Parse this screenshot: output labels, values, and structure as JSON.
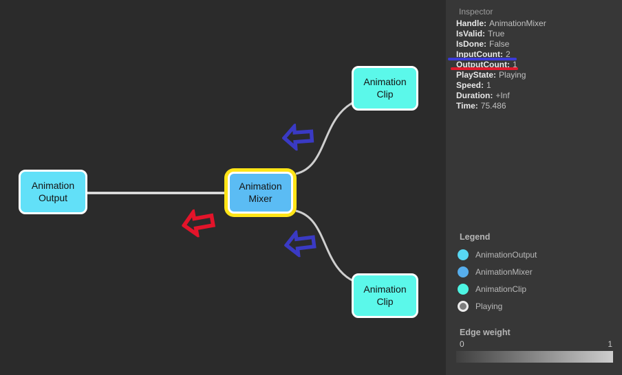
{
  "graph": {
    "nodes": [
      {
        "id": "animation-output",
        "label": "Animation Output",
        "color": "#62e0f8",
        "selected": false
      },
      {
        "id": "animation-mixer",
        "label": "Animation Mixer",
        "color": "#5bbcf4",
        "selected": true
      },
      {
        "id": "animation-clip-top",
        "label": "Animation Clip",
        "color": "#5bf8ea",
        "selected": false
      },
      {
        "id": "animation-clip-bottom",
        "label": "Animation Clip",
        "color": "#5bf8ea",
        "selected": false
      }
    ],
    "selection_color": "#ffe417",
    "edge_color": "#d6d6d6",
    "annotation_arrows": [
      {
        "direction": "left",
        "color": "#3a3ac4"
      },
      {
        "direction": "left",
        "color": "#e3142a"
      },
      {
        "direction": "left",
        "color": "#3a3ac4"
      }
    ]
  },
  "inspector": {
    "title": "Inspector",
    "rows": [
      {
        "label": "Handle:",
        "value": "AnimationMixer"
      },
      {
        "label": "IsValid:",
        "value": "True"
      },
      {
        "label": "IsDone:",
        "value": "False"
      },
      {
        "label": "InputCount:",
        "value": "2"
      },
      {
        "label": "OutputCount:",
        "value": "1"
      },
      {
        "label": "PlayState:",
        "value": "Playing"
      },
      {
        "label": "Speed:",
        "value": "1"
      },
      {
        "label": "Duration:",
        "value": "+Inf"
      },
      {
        "label": "Time:",
        "value": "75.486"
      }
    ],
    "annotations": {
      "input_count_underline": "#3b3bd8",
      "output_count_underline": "#e01b2c"
    }
  },
  "legend": {
    "title": "Legend",
    "items": [
      {
        "label": "AnimationOutput",
        "color": "#58d7f2",
        "ring": false
      },
      {
        "label": "AnimationMixer",
        "color": "#57aeec",
        "ring": false
      },
      {
        "label": "AnimationClip",
        "color": "#4df4e2",
        "ring": false
      },
      {
        "label": "Playing",
        "color": "#7c7c7c",
        "ring": true
      }
    ]
  },
  "edge_weight": {
    "title": "Edge weight",
    "min": "0",
    "max": "1",
    "gradient_from": "#3f3f3f",
    "gradient_to": "#cdcdcd"
  }
}
